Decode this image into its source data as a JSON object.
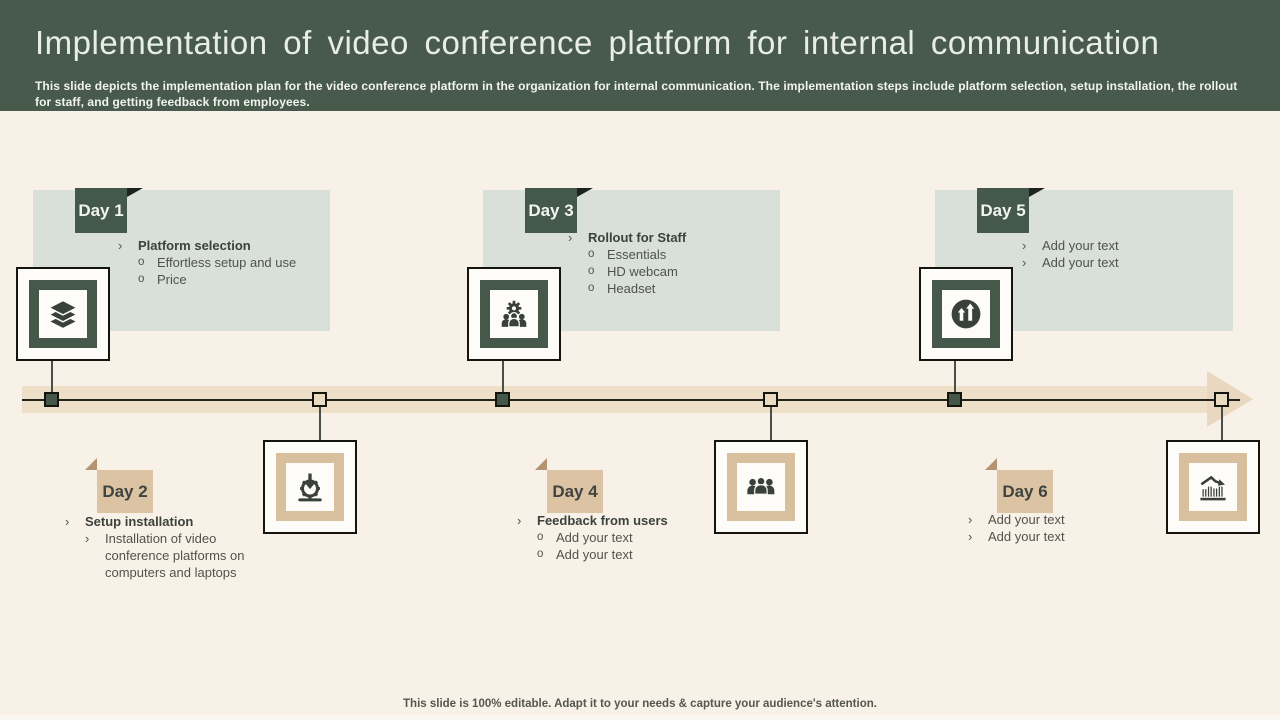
{
  "header": {
    "title": "Implementation of video conference platform for internal communication",
    "subtitle": "This slide depicts the implementation plan for the video conference platform in the organization for internal communication. The implementation steps include platform selection, setup installation, the rollout for staff, and getting feedback from employees."
  },
  "footer": {
    "text": "This slide is 100% editable. Adapt it to your needs & capture your audience's attention."
  },
  "colors": {
    "header_green": "#485a4c",
    "panel_sage": "#d8e0d9",
    "badge_green": "#44584b",
    "badge_tan": "#dcc3a3",
    "timeline_band": "#eedfc9",
    "background_cream": "#f7f1e7",
    "icon_dark": "#3a403b"
  },
  "timeline": {
    "days": [
      {
        "label": "Day 1",
        "position": "above",
        "icon": "layers-icon",
        "content": {
          "heading_marker": "›",
          "heading": "Platform selection",
          "items": [
            {
              "marker": "o",
              "text": "Effortless setup and use"
            },
            {
              "marker": "o",
              "text": "Price"
            }
          ]
        }
      },
      {
        "label": "Day 2",
        "position": "below",
        "icon": "install-download-gear-icon",
        "content": {
          "heading_marker": "›",
          "heading": "Setup installation",
          "items": [
            {
              "marker": "›",
              "text": "Installation of video conference platforms on computers and laptops"
            }
          ]
        }
      },
      {
        "label": "Day 3",
        "position": "above",
        "icon": "team-gear-icon",
        "content": {
          "heading_marker": "›",
          "heading": "Rollout for Staff",
          "items": [
            {
              "marker": "o",
              "text": "Essentials"
            },
            {
              "marker": "o",
              "text": "HD webcam"
            },
            {
              "marker": "o",
              "text": "Headset"
            }
          ]
        }
      },
      {
        "label": "Day 4",
        "position": "below",
        "icon": "user-group-icon",
        "content": {
          "heading_marker": "›",
          "heading": "Feedback from users",
          "items": [
            {
              "marker": "o",
              "text": "Add your text"
            },
            {
              "marker": "o",
              "text": "Add your text"
            }
          ]
        }
      },
      {
        "label": "Day 5",
        "position": "above",
        "icon": "growth-arrows-icon",
        "content": {
          "items": [
            {
              "marker": "›",
              "text": "Add your text"
            },
            {
              "marker": "›",
              "text": "Add your text"
            }
          ]
        }
      },
      {
        "label": "Day 6",
        "position": "below",
        "icon": "declining-bar-chart-icon",
        "content": {
          "items": [
            {
              "marker": "›",
              "text": "Add your text"
            },
            {
              "marker": "›",
              "text": "Add your text"
            }
          ]
        }
      }
    ]
  }
}
